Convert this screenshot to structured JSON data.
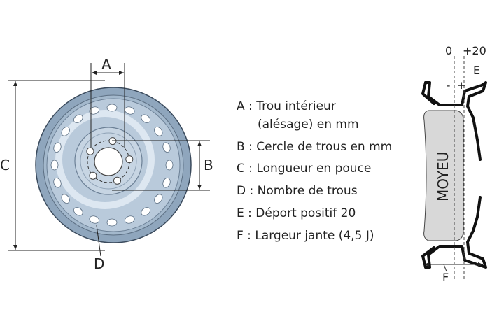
{
  "wheel": {
    "label_a": "A",
    "label_b": "B",
    "label_c": "C",
    "label_d": "D",
    "outer_color": "#8fa6bd",
    "face_color": "#b9cadb",
    "hole_color": "#ffffff"
  },
  "legend": [
    {
      "key": "A",
      "sep": " : ",
      "text": "Trou intérieur",
      "text2": "(alésage) en mm"
    },
    {
      "key": "B",
      "sep": " : ",
      "text": "Cercle de trous en mm"
    },
    {
      "key": "C",
      "sep": " : ",
      "text": "Longueur en pouce"
    },
    {
      "key": "D",
      "sep": " : ",
      "text": "Nombre de trous"
    },
    {
      "key": "E",
      "sep": " : ",
      "text": "Déport positif 20"
    },
    {
      "key": "F",
      "sep": " : ",
      "text": "Largeur  jante (4,5 J)"
    }
  ],
  "profile": {
    "zero": "0",
    "plus20": "+20",
    "label_e": "E",
    "minus": "-",
    "plus": "+",
    "hub": "MOYEU",
    "label_f": "F",
    "hub_color": "#d8d8d8"
  }
}
